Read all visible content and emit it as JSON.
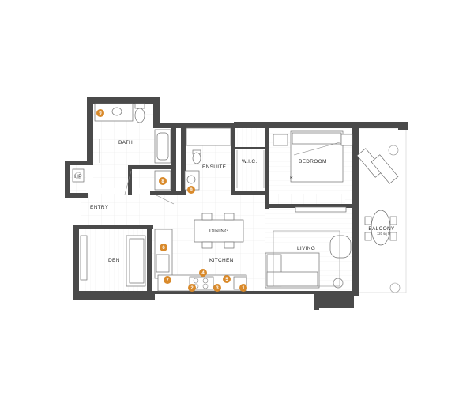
{
  "rooms": {
    "bath": "BATH",
    "hp": "HP",
    "ensuite": "ENSUITE",
    "wic": "W.I.C.",
    "bedroom": "BEDROOM",
    "bedroom_k": "K.",
    "entry": "ENTRY",
    "dining": "DINING",
    "den": "DEN",
    "kitchen": "KITCHEN",
    "living": "LIVING",
    "balcony": "BALCONY",
    "balcony_area": "120 sq ft"
  },
  "markers": {
    "m1": "1",
    "m2": "2",
    "m3": "3",
    "m4": "4",
    "m5": "5",
    "m6": "6",
    "m7": "7",
    "m8": "8",
    "m9a": "9",
    "m9b": "9"
  },
  "colors": {
    "wall": "#4a4a4a",
    "marker": "#d98a2b",
    "tile_grid": "#e6e6e6",
    "wood_floor": "#ececec"
  }
}
